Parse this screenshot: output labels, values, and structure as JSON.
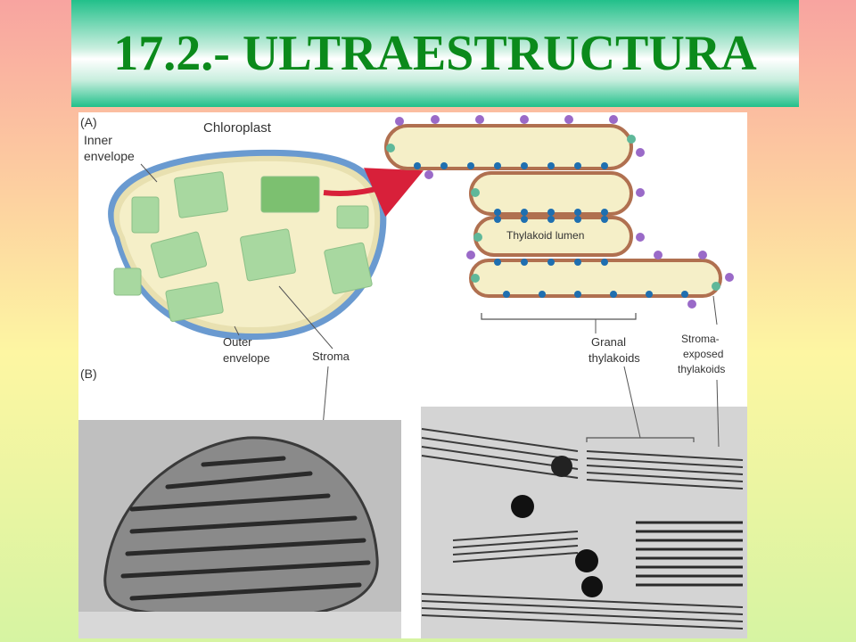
{
  "slide": {
    "title": "17.2.- ULTRAESTRUCTURA"
  },
  "figure": {
    "panel_a": "(A)",
    "panel_b": "(B)",
    "labels": {
      "chloroplast": "Chloroplast",
      "inner_envelope_1": "Inner",
      "inner_envelope_2": "envelope",
      "outer_envelope_1": "Outer",
      "outer_envelope_2": "envelope",
      "stroma": "Stroma",
      "thylakoid_lumen": "Thylakoid lumen",
      "granal_1": "Granal",
      "granal_2": "thylakoids",
      "stroma_exposed_1": "Stroma-",
      "stroma_exposed_2": "exposed",
      "stroma_exposed_3": "thylakoids"
    }
  },
  "colors": {
    "title_text": "#0b8a1b",
    "banner_edge": "#22c08a",
    "arrow": "#d8203a",
    "grana": "#a8d8a0",
    "membrane_blue": "#6a9ad0",
    "stroma_fill": "#f5efc8",
    "protein_blue": "#1f6fb0",
    "protein_purple": "#9a6ac8",
    "protein_teal": "#5fb89a"
  }
}
